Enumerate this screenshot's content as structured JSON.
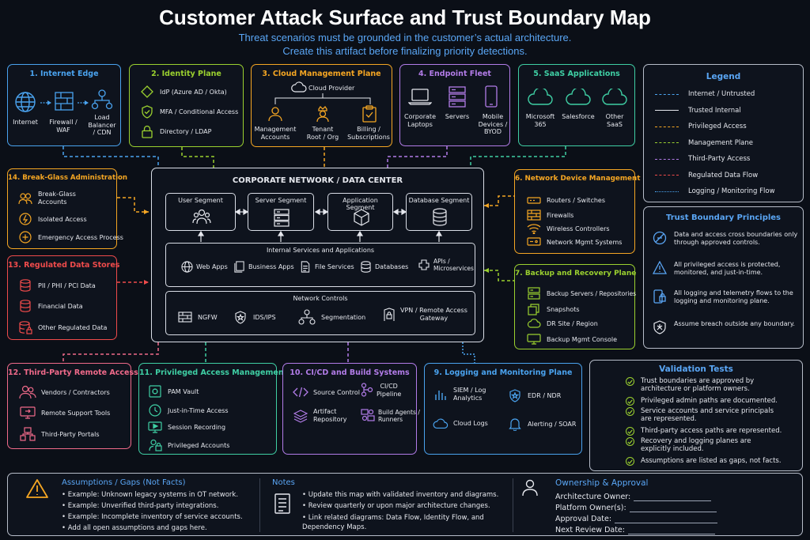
{
  "header": {
    "title": "Customer Attack Surface and Trust Boundary Map",
    "subtitle_line1": "Threat scenarios must be grounded in the customer’s actual architecture.",
    "subtitle_line2": "Create this artifact before finalizing priority detections."
  },
  "colors": {
    "internet_edge": "#4aa3ef",
    "identity": "#9bd12f",
    "cloud": "#f5a623",
    "endpoint": "#b27ce8",
    "saas": "#3fcfa4",
    "break_glass": "#f5a623",
    "regulated": "#ef4b4b",
    "network_device": "#f5a623",
    "backup": "#9bd12f",
    "third_party": "#f06a8a",
    "pam": "#3fcfa4",
    "cicd": "#b27ce8",
    "logging": "#4aa3ef",
    "assumptions": "#f5a623"
  },
  "panels": {
    "internet_edge": {
      "title": "1. Internet Edge",
      "items": [
        "Internet",
        "Firewall /\nWAF",
        "Load\nBalancer\n/ CDN"
      ],
      "icons": [
        "globe-icon",
        "firewall-icon",
        "load-balancer-icon"
      ]
    },
    "identity": {
      "title": "2. Identity Plane",
      "items": [
        "IdP (Azure AD / Okta)",
        "MFA / Conditional Access",
        "Directory / LDAP"
      ],
      "icons": [
        "diamond-icon",
        "shield-check-icon",
        "lock-icon"
      ]
    },
    "cloud": {
      "title": "3. Cloud Management Plane",
      "provider": "Cloud Provider",
      "items": [
        "Management\nAccounts",
        "Tenant\nRoot / Org",
        "Billing /\nSubscriptions"
      ],
      "icons": [
        "users-icon",
        "crown-user-icon",
        "clipboard-check-icon"
      ]
    },
    "endpoint": {
      "title": "4. Endpoint Fleet",
      "items": [
        "Corporate\nLaptops",
        "Servers",
        "Mobile\nDevices /\nBYOD"
      ],
      "icons": [
        "laptop-icon",
        "server-icon",
        "mobile-icon"
      ]
    },
    "saas": {
      "title": "5. SaaS Applications",
      "items": [
        "Microsoft\n365",
        "Salesforce",
        "Other\nSaaS"
      ],
      "icons": [
        "cloud-icon",
        "cloud-icon",
        "cloud-icon"
      ]
    },
    "break_glass": {
      "title": "14. Break-Glass Administration",
      "items": [
        "Break-Glass\nAccounts",
        "Isolated Access",
        "Emergency Access Process"
      ],
      "icons": [
        "users-icon",
        "isolated-icon",
        "emergency-icon"
      ]
    },
    "regulated": {
      "title": "13. Regulated Data Stores",
      "items": [
        "PII / PHI / PCI Data",
        "Financial Data",
        "Other Regulated Data"
      ],
      "icons": [
        "database-icon",
        "database-icon",
        "database-lock-icon"
      ]
    },
    "corporate": {
      "title": "CORPORATE NETWORK / DATA CENTER",
      "segments": [
        "User Segment",
        "Server Segment",
        "Application Segment",
        "Database Segment"
      ],
      "services_title": "Internal Services and Applications",
      "services": [
        "Web Apps",
        "Business Apps",
        "File Services",
        "Databases",
        "APIs /\nMicroservices"
      ],
      "controls_title": "Network Controls",
      "controls": [
        "NGFW",
        "IDS/IPS",
        "Segmentation",
        "VPN / Remote Access\nGateway"
      ]
    },
    "network_device": {
      "title": "6. Network Device Management",
      "items": [
        "Routers / Switches",
        "Firewalls",
        "Wireless Controllers",
        "Network Mgmt Systems"
      ]
    },
    "backup": {
      "title": "7. Backup and Recovery Plane",
      "items": [
        "Backup Servers / Repositories",
        "Snapshots",
        "DR Site / Region",
        "Backup Mgmt Console"
      ]
    },
    "third_party": {
      "title": "12. Third-Party Remote Access",
      "items": [
        "Vendors / Contractors",
        "Remote Support Tools",
        "Third-Party Portals"
      ]
    },
    "pam": {
      "title": "11. Privileged Access Management",
      "items": [
        "PAM Vault",
        "Just-in-Time Access",
        "Session Recording",
        "Privileged Accounts"
      ]
    },
    "cicd": {
      "title": "10. CI/CD and Build Systems",
      "items": [
        "Source Control",
        "CI/CD\nPipeline",
        "Artifact\nRepository",
        "Build Agents /\nRunners"
      ]
    },
    "logging": {
      "title": "9. Logging and Monitoring Plane",
      "items": [
        "SIEM / Log\nAnalytics",
        "EDR / NDR",
        "Cloud Logs",
        "Alerting / SOAR"
      ]
    }
  },
  "legend": {
    "title": "Legend",
    "items": [
      {
        "label": "Internet / Untrusted",
        "color": "#4aa3ef",
        "style": "dashed"
      },
      {
        "label": "Trusted Internal",
        "color": "#e6e8ee",
        "style": "solid"
      },
      {
        "label": "Privileged Access",
        "color": "#f5a623",
        "style": "dashed"
      },
      {
        "label": "Management Plane",
        "color": "#9bd12f",
        "style": "dashed"
      },
      {
        "label": "Third-Party Access",
        "color": "#b27ce8",
        "style": "dashed"
      },
      {
        "label": "Regulated Data Flow",
        "color": "#ef4b4b",
        "style": "dashed"
      },
      {
        "label": "Logging / Monitoring Flow",
        "color": "#4aa3ef",
        "style": "dotted"
      }
    ]
  },
  "principles": {
    "title": "Trust Boundary Principles",
    "items": [
      "Data and access cross boundaries only\nthrough approved controls.",
      "All privileged access is protected,\nmonitored, and just-in-time.",
      "All logging and telemetry flows to the\nlogging and monitoring plane.",
      "Assume breach outside any boundary."
    ]
  },
  "validation": {
    "title": "Validation Tests",
    "items": [
      "Trust boundaries are approved by\narchitecture or platform owners.",
      "Privileged admin paths are documented.",
      "Service accounts and service principals\nare represented.",
      "Third-party access paths are represented.",
      "Recovery and logging planes are\nexplicitly included.",
      "Assumptions are listed as gaps, not facts."
    ]
  },
  "assumptions": {
    "title": "Assumptions / Gaps (Not Facts)",
    "items": [
      "Example: Unknown legacy systems in OT network.",
      "Example: Unverified third-party integrations.",
      "Example: Incomplete inventory of service accounts.",
      "Add all open assumptions and gaps here."
    ]
  },
  "notes": {
    "title": "Notes",
    "items": [
      "Update this map with validated inventory and diagrams.",
      "Review quarterly or upon major architecture changes.",
      "Link related diagrams: Data Flow, Identity Flow, and\nDependency Maps."
    ]
  },
  "ownership": {
    "title": "Ownership & Approval",
    "fields": [
      "Architecture Owner:",
      "Platform Owner(s):",
      "Approval Date:",
      "Next Review Date:"
    ]
  }
}
